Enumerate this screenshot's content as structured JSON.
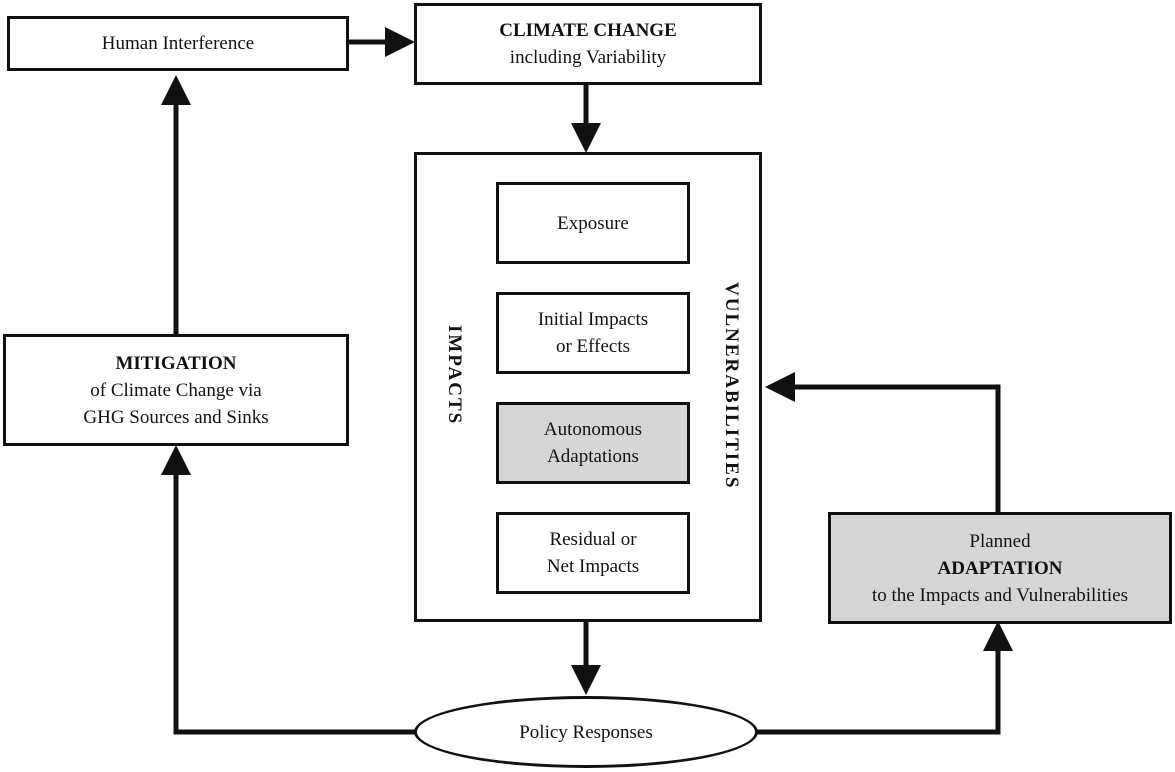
{
  "nodes": {
    "human_interference": "Human Interference",
    "climate_change": {
      "title": "CLIMATE CHANGE",
      "subtitle": "including Variability"
    },
    "exposure": "Exposure",
    "initial_impacts": {
      "line1": "Initial Impacts",
      "line2": "or Effects"
    },
    "autonomous": {
      "line1": "Autonomous",
      "line2": "Adaptations"
    },
    "residual": {
      "line1": "Residual or",
      "line2": "Net Impacts"
    },
    "impacts_label": "IMPACTS",
    "vulnerabilities_label": "VULNERABILITIES",
    "mitigation": {
      "title": "MITIGATION",
      "line1": "of Climate Change via",
      "line2": "GHG Sources and Sinks"
    },
    "planned": {
      "line1": "Planned",
      "title": "ADAPTATION",
      "line2": "to the Impacts and Vulnerabilities"
    },
    "policy": "Policy Responses"
  },
  "colors": {
    "stroke": "#111111",
    "shaded_fill": "#d6d6d6"
  }
}
